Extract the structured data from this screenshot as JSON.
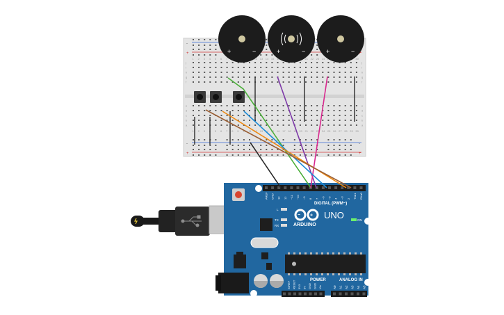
{
  "colors": {
    "board_blue": "#2167a0",
    "breadboard": "#e3e3e3",
    "rail_red": "#d33a3a",
    "rail_blue": "#3a6bd3",
    "buzzer_body": "#1c1c1c",
    "buzzer_center": "#cfc7a0"
  },
  "breadboard": {
    "rail_plus": "+",
    "rail_minus": "-",
    "row_letters": [
      "j",
      "i",
      "h",
      "g",
      "f",
      "e",
      "d",
      "c",
      "b",
      "a"
    ],
    "column_numbers": [
      "1",
      "2",
      "3",
      "4",
      "5",
      "6",
      "7",
      "8",
      "9",
      "10",
      "11",
      "12",
      "13",
      "14",
      "15",
      "16",
      "17",
      "18",
      "19",
      "20",
      "21",
      "22",
      "23",
      "24",
      "25",
      "26",
      "27",
      "28",
      "29",
      "30"
    ]
  },
  "buzzers": [
    {
      "plus": "+",
      "minus": "−",
      "active": false
    },
    {
      "plus": "+",
      "minus": "−",
      "active": true
    },
    {
      "plus": "+",
      "minus": "−",
      "active": false
    }
  ],
  "arduino": {
    "logo_text": "ARDUINO",
    "model": "UNO",
    "on_label": "ON",
    "digital_label": "DIGITAL (PWM~)",
    "power_label": "POWER",
    "analog_label": "ANALOG IN",
    "led_labels": [
      "L",
      "TX",
      "RX"
    ],
    "top_header_pins": [
      "AREF",
      "GND",
      "13",
      "12",
      "~11",
      "~10",
      "~9",
      "8",
      "7",
      "~6",
      "~5",
      "4",
      "~3",
      "2",
      "TX▸1",
      "RX◂0"
    ],
    "power_pins": [
      "IOREF",
      "RESET",
      "3V3",
      "5V",
      "GND",
      "GND",
      "Vin"
    ],
    "analog_pins": [
      "A0",
      "A1",
      "A2",
      "A3",
      "A4",
      "A5"
    ]
  },
  "wires": [
    {
      "color": "#4caf3b"
    },
    {
      "color": "#7e3aa8"
    },
    {
      "color": "#d8288e"
    },
    {
      "color": "#1b8bd6"
    },
    {
      "color": "#ef8a12"
    },
    {
      "color": "#9a5f35"
    },
    {
      "color": "#2a2a2a"
    }
  ]
}
